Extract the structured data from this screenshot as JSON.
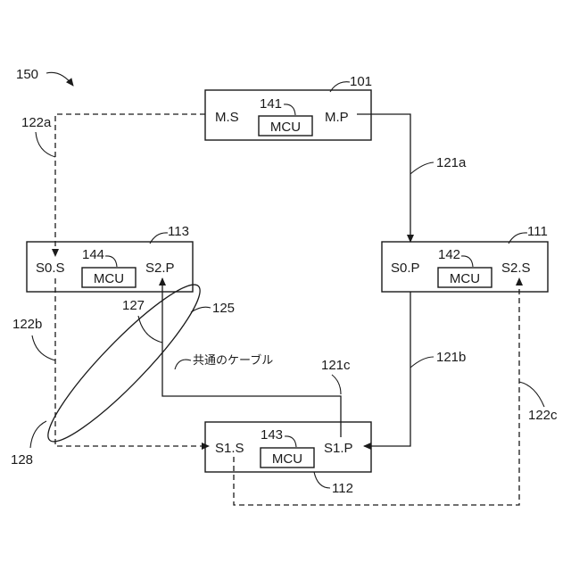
{
  "figure_ref": "150",
  "nodes": {
    "n101": {
      "ref": "101",
      "mcu_ref": "141",
      "mcu": "MCU",
      "left_port": "M.S",
      "right_port": "M.P"
    },
    "n113": {
      "ref": "113",
      "mcu_ref": "144",
      "mcu": "MCU",
      "left_port": "S0.S",
      "right_port": "S2.P"
    },
    "n111": {
      "ref": "111",
      "mcu_ref": "142",
      "mcu": "MCU",
      "left_port": "S0.P",
      "right_port": "S2.S"
    },
    "n112": {
      "ref": "112",
      "mcu_ref": "143",
      "mcu": "MCU",
      "left_port": "S1.S",
      "right_port": "S1.P"
    }
  },
  "links": {
    "l121a": "121a",
    "l121b": "121b",
    "l121c": "121c",
    "l122a": "122a",
    "l122b": "122b",
    "l122c": "122c"
  },
  "cable": {
    "ref": "125",
    "inner_ref": "127",
    "end_ref": "128",
    "label": "共通のケーブル"
  }
}
